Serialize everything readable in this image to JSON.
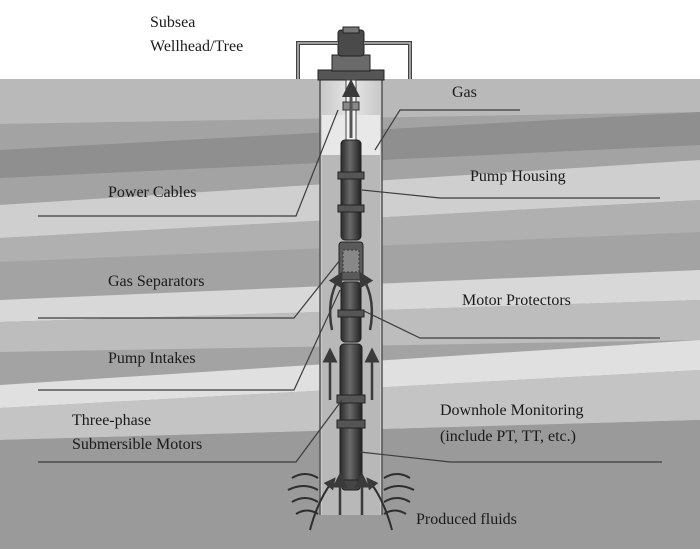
{
  "labels": {
    "wellhead_line1": "Subsea",
    "wellhead_line2": "Wellhead/Tree",
    "gas": "Gas",
    "pump_housing": "Pump Housing",
    "power_cables": "Power Cables",
    "gas_separators": "Gas Separators",
    "motor_protectors": "Motor Protectors",
    "pump_intakes": "Pump Intakes",
    "motors_line1": "Three-phase",
    "motors_line2": "Submersible Motors",
    "monitoring_line1": "Downhole Monitoring",
    "monitoring_line2": "(include PT, TT, etc.)",
    "produced_fluids": "Produced fluids"
  },
  "colors": {
    "seabed": "#9a9a9a",
    "strata_light": "#d4d4d4",
    "strata_mid": "#b3b3b3",
    "strata_dark": "#8c8c8c",
    "well_casing": "#d8d8d8",
    "pump_string": "#3a3a3a",
    "leader_line": "#3c3c3c"
  }
}
